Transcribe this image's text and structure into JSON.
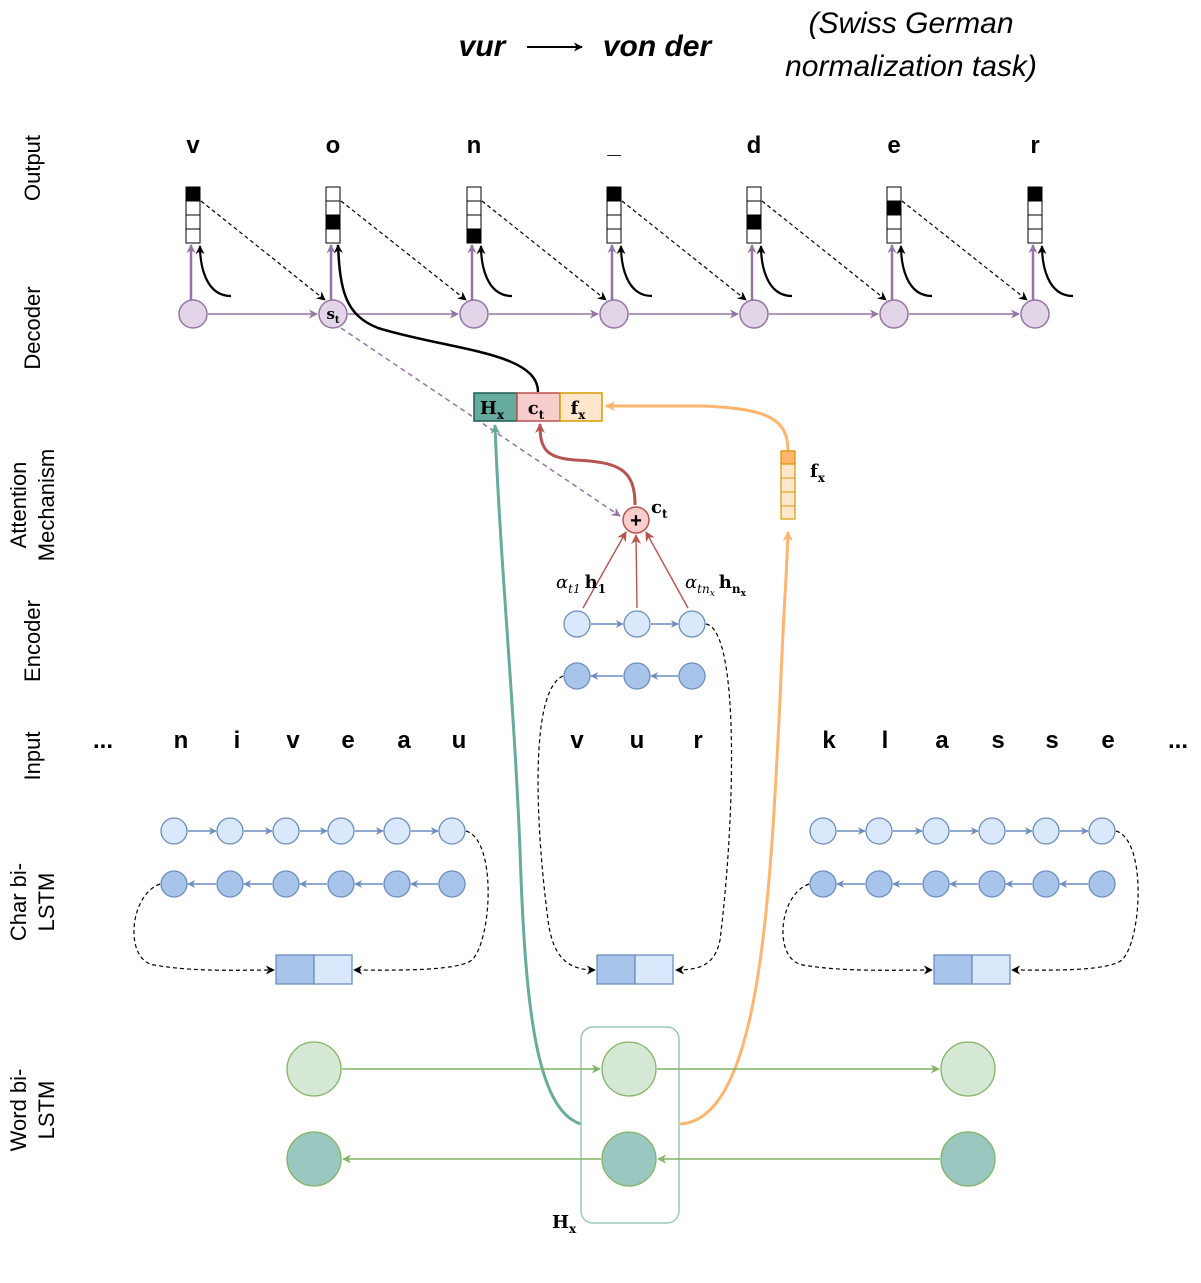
{
  "title": {
    "source": "vur",
    "target": "von der",
    "note_line1": "(Swiss German",
    "note_line2": "normalization task)"
  },
  "row_labels": {
    "output": "Output",
    "decoder": "Decoder",
    "attention_line1": "Attention",
    "attention_line2": "Mechanism",
    "encoder": "Encoder",
    "input": "Input",
    "char_line1": "Char bi-",
    "char_line2": "LSTM",
    "word_line1": "Word bi-",
    "word_line2": "LSTM"
  },
  "output_chars": [
    "v",
    "o",
    "n",
    "_",
    "d",
    "e",
    "r"
  ],
  "output_onehot_index": [
    0,
    2,
    3,
    0,
    2,
    1,
    0
  ],
  "decoder_state": {
    "base": "s",
    "sub": "t"
  },
  "concat_vector": {
    "hx": {
      "base": "H",
      "sub": "x"
    },
    "ct": {
      "base": "c",
      "sub": "t"
    },
    "fx": {
      "base": "f",
      "sub": "x"
    }
  },
  "features_label": {
    "base": "f",
    "sub": "x"
  },
  "context_label": {
    "base": "c",
    "sub": "t"
  },
  "sum_symbol": "+",
  "alpha_first": {
    "alpha": "α",
    "alpha_sub": "t1",
    "h": "h",
    "h_sub": "1"
  },
  "alpha_last": {
    "alpha": "α",
    "alpha_sub": "tn",
    "alpha_subsub": "x",
    "h": "h",
    "h_sub": "n",
    "h_subsub": "x"
  },
  "input": {
    "left_ellipsis": "...",
    "left_word": [
      "n",
      "i",
      "v",
      "e",
      "a",
      "u"
    ],
    "center_word": [
      "v",
      "u",
      "r"
    ],
    "right_word": [
      "k",
      "l",
      "a",
      "s",
      "s",
      "e"
    ],
    "right_ellipsis": "..."
  },
  "word_state_label": {
    "base": "H",
    "sub": "x"
  },
  "colors": {
    "decoder": "#e1d5e7",
    "decoder_stroke": "#9673a6",
    "encoder_fwd": "#dae8fc",
    "encoder_bwd": "#a9c4eb",
    "encoder_stroke": "#6c8ebf",
    "word_fwd": "#d5e8d4",
    "word_bwd": "#9ac7bf",
    "word_stroke": "#82b366",
    "hx_fill": "#67ab9f",
    "ct_fill": "#f8cecc",
    "attention_stroke": "#b85450",
    "fx_fill": "#ffe6cc",
    "fx_stroke": "#d79b00",
    "fx_arrow": "#ffb570"
  }
}
